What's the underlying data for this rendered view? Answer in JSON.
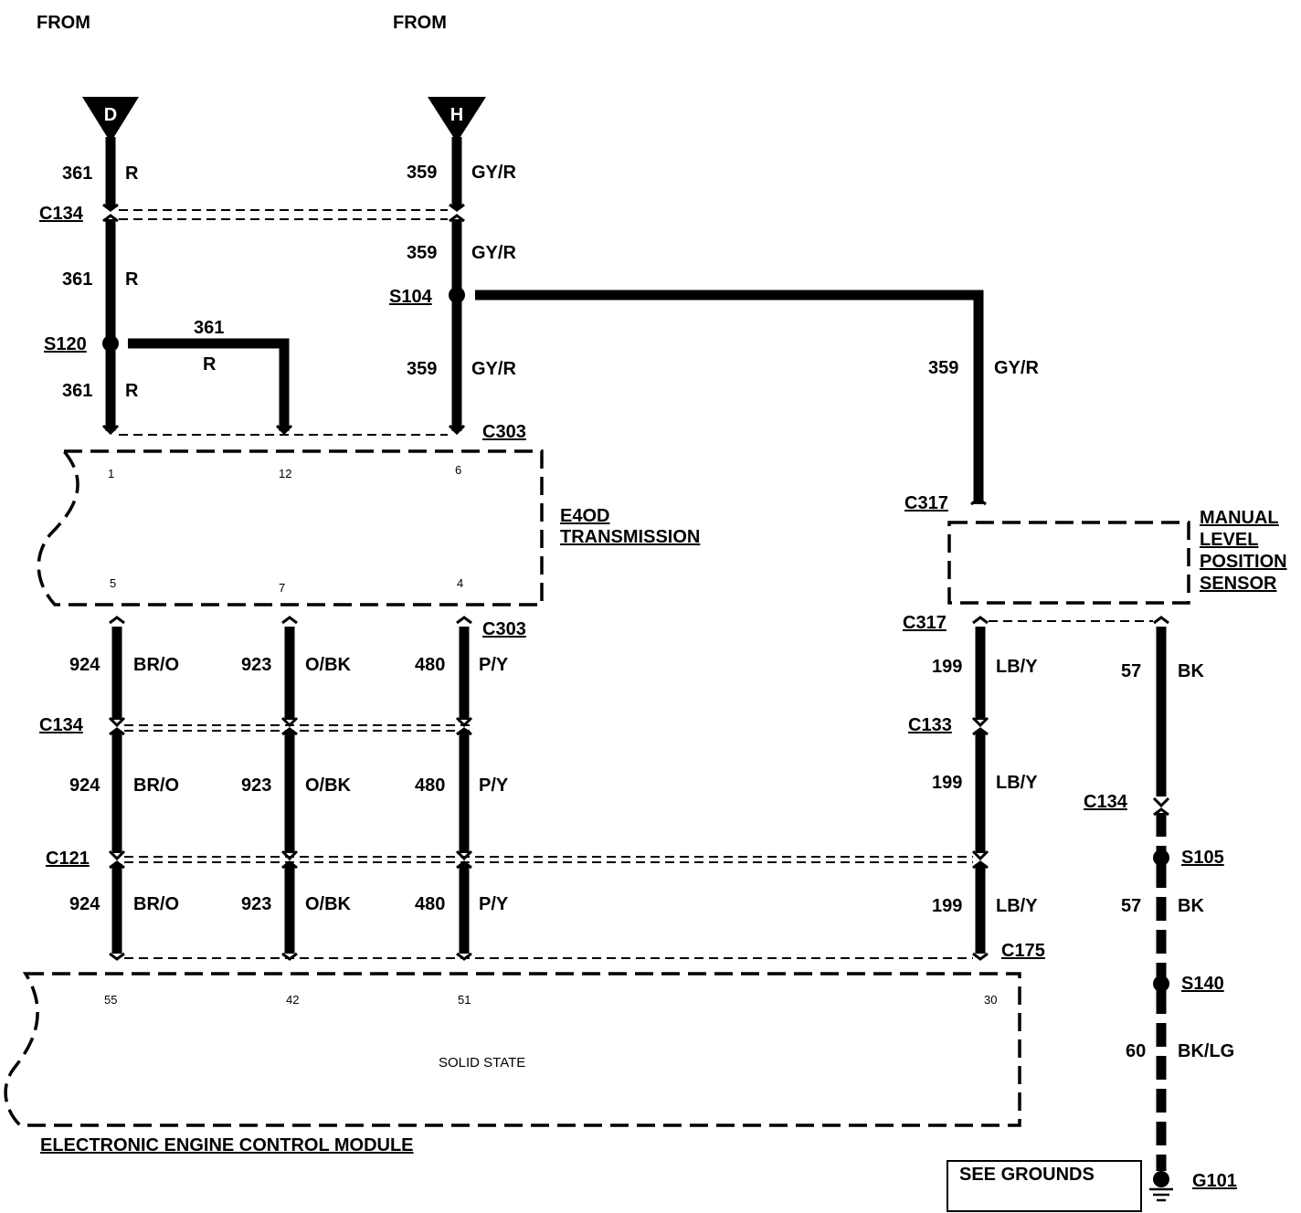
{
  "headers": {
    "from_left": "FROM",
    "from_right": "FROM"
  },
  "sources": {
    "left": "D",
    "right": "H"
  },
  "connectors": {
    "c134": "C134",
    "c303": "C303",
    "c317": "C317",
    "c133": "C133",
    "c121": "C121",
    "c175": "C175"
  },
  "splices": {
    "s120": "S120",
    "s104": "S104",
    "s105": "S105",
    "s140": "S140"
  },
  "ground": "G101",
  "see_grounds": "SEE GROUNDS",
  "components": {
    "transmission_line1": "E4OD",
    "transmission_line2": "TRANSMISSION",
    "mlps_line1": "MANUAL",
    "mlps_line2": "LEVEL",
    "mlps_line3": "POSITION",
    "mlps_line4": "SENSOR",
    "eec": "ELECTRONIC ENGINE CONTROL MODULE",
    "solid_state": "SOLID STATE"
  },
  "circuits": {
    "c361": "361",
    "r": "R",
    "c359": "359",
    "gyr": "GY/R",
    "c924": "924",
    "bro": "BR/O",
    "c923": "923",
    "obk": "O/BK",
    "c480": "480",
    "py": "P/Y",
    "c199": "199",
    "lby": "LB/Y",
    "c57": "57",
    "bk": "BK",
    "c60": "60",
    "bklg": "BK/LG"
  },
  "pins": {
    "t_top_1": "1",
    "t_top_12": "12",
    "t_top_6": "6",
    "t_bot_5": "5",
    "t_bot_7": "7",
    "t_bot_4": "4",
    "eec_55": "55",
    "eec_42": "42",
    "eec_51": "51",
    "eec_30": "30"
  }
}
